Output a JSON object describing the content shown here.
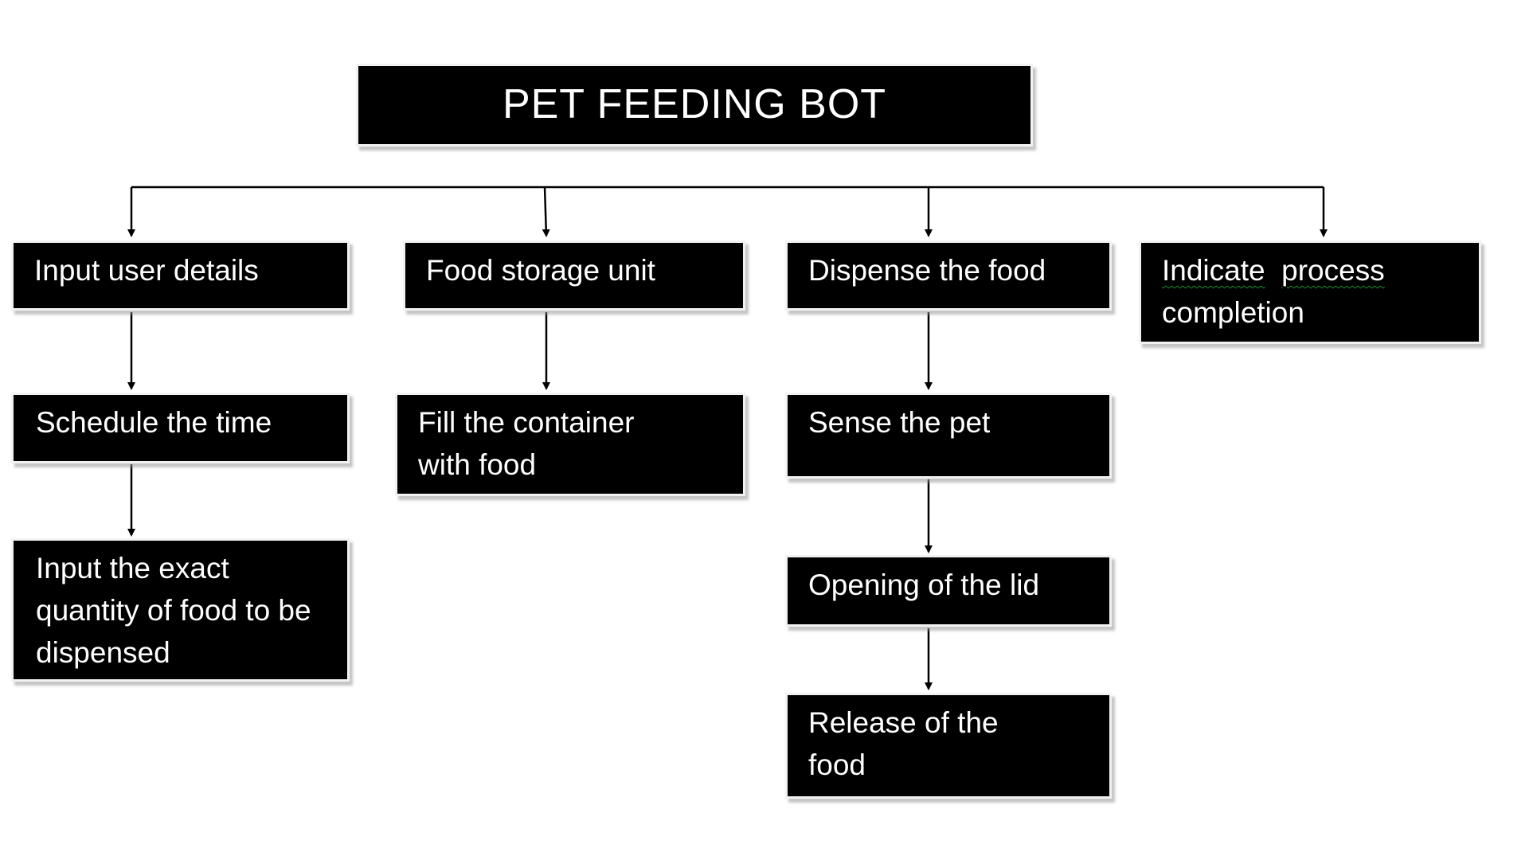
{
  "diagram": {
    "title": "PET FEEDING BOT",
    "branches": [
      {
        "label": "Input user details",
        "children": [
          "Schedule the time",
          "Input the exact quantity of food to be dispensed"
        ]
      },
      {
        "label": "Food storage unit",
        "children": [
          "Fill the container with food"
        ]
      },
      {
        "label": "Dispense the food",
        "children": [
          "Sense the pet",
          "Opening of the lid",
          "Release of the food"
        ]
      },
      {
        "label_words": [
          "Indicate",
          "process",
          "completion"
        ],
        "children": []
      }
    ]
  },
  "colors": {
    "box_fill": "#000000",
    "box_text": "#ffffff",
    "connector": "#000000",
    "background": "#ffffff",
    "spellcheck_underline": "#1f8f2f"
  }
}
